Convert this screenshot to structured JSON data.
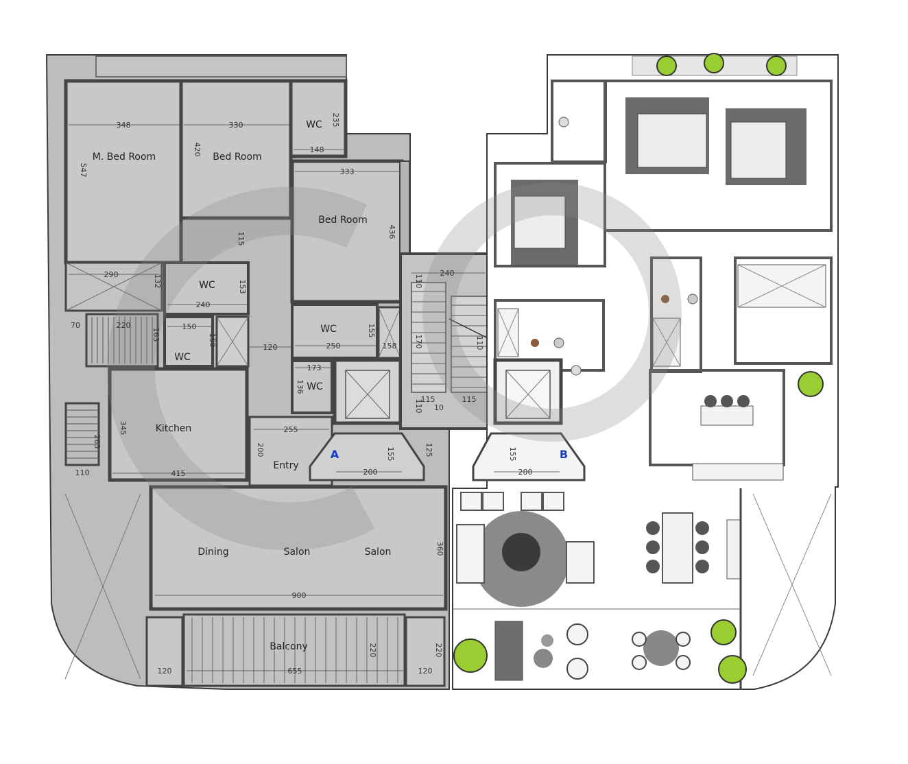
{
  "rooms": {
    "master_bedroom": "M. Bed Room",
    "bedroom_1": "Bed Room",
    "bedroom_2": "Bed Room",
    "wc_top": "WC",
    "wc_mid": "WC",
    "wc_mid2": "WC",
    "wc_small": "WC",
    "wc_lower": "WC",
    "kitchen": "Kitchen",
    "entry": "Entry",
    "dining": "Dining",
    "salon_1": "Salon",
    "salon_2": "Salon",
    "balcony": "Balcony"
  },
  "dimensions": {
    "d348": "348",
    "d330": "330",
    "d235": "235",
    "d148": "148",
    "d547": "547",
    "d420": "420",
    "d333": "333",
    "d436": "436",
    "d115a": "115",
    "d290": "290",
    "d132": "132",
    "d153": "153",
    "d240a": "240",
    "d70": "70",
    "d220a": "220",
    "d150": "150",
    "d159": "159",
    "d163": "163",
    "d120a": "120",
    "d155a": "155",
    "d250": "250",
    "d158": "158",
    "d173": "173",
    "d136": "136",
    "d240b": "240",
    "d110a": "110",
    "d110b": "110",
    "d110c": "110",
    "d115b": "115",
    "d10": "10",
    "d115c": "115",
    "d170": "170",
    "d345": "345",
    "d265": "265",
    "d255": "255",
    "d200a": "200",
    "d155b": "155",
    "d125": "125",
    "d155c": "155",
    "d200b": "200",
    "d200c": "200",
    "d415": "415",
    "d110d": "110",
    "d360": "360",
    "d900": "900",
    "d120b": "120",
    "d655": "655",
    "d220b": "220",
    "d120c": "120",
    "d220c": "220"
  },
  "markers": {
    "unit_a": "A",
    "unit_b": "B"
  },
  "colors": {
    "wall": "#444444",
    "floor": "#bdbdbd",
    "room": "#c7c7c7",
    "outline": "#3a3a3a",
    "plant": "#9acd32",
    "unit_tag": "#1a3fc4",
    "watermark": "#a9a9a9"
  }
}
